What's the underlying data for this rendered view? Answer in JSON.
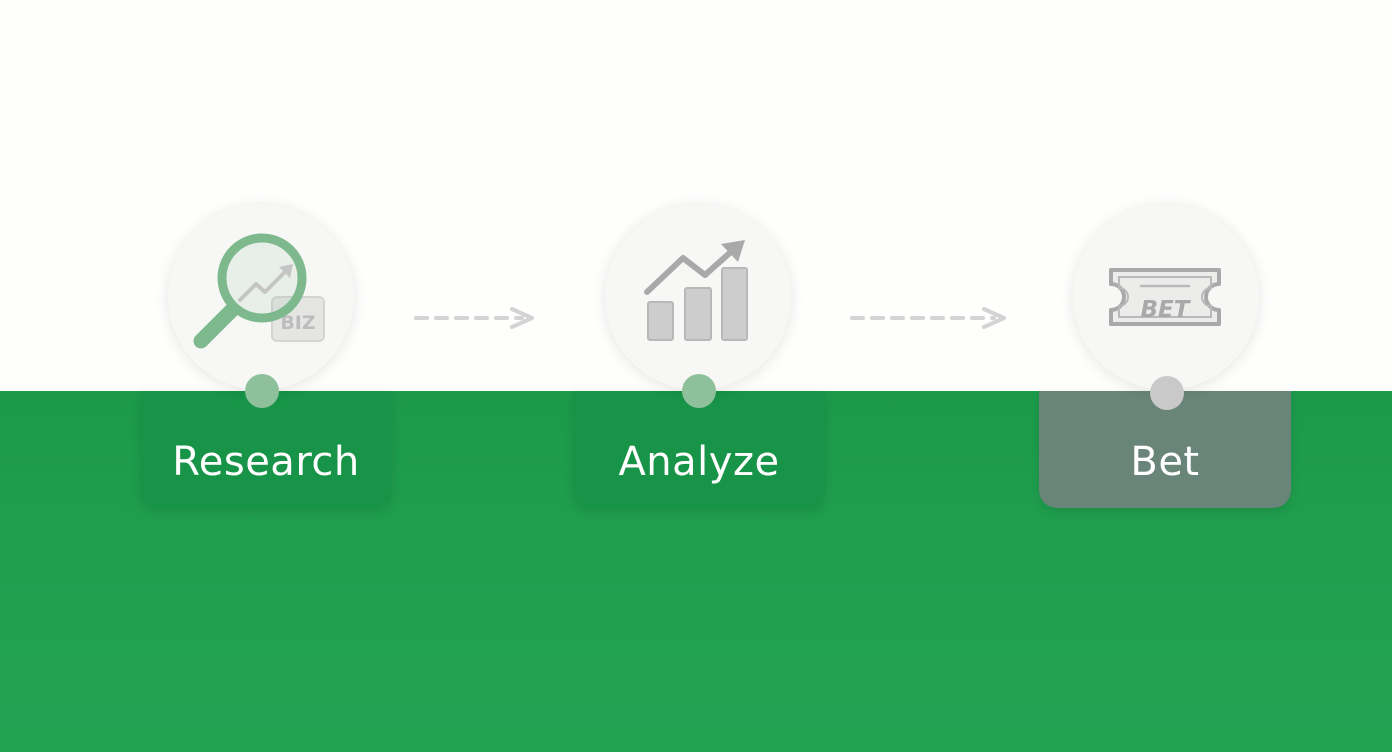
{
  "steps": [
    {
      "label": "Research",
      "icon": "magnifier-chart-icon",
      "active": true
    },
    {
      "label": "Analyze",
      "icon": "bar-chart-icon",
      "active": true
    },
    {
      "label": "Bet",
      "icon": "bet-ticket-icon",
      "active": false
    }
  ],
  "icon_text": {
    "research_badge": "BIZ",
    "bet_ticket": "BET"
  },
  "colors": {
    "background_green": "#21a150",
    "card_active": "#179447",
    "card_inactive": "#698478",
    "dot_active": "#8fc09c",
    "dot_inactive": "#c9c9c9",
    "icon_green": "#7db98c",
    "icon_grey": "#c2c2c2"
  }
}
